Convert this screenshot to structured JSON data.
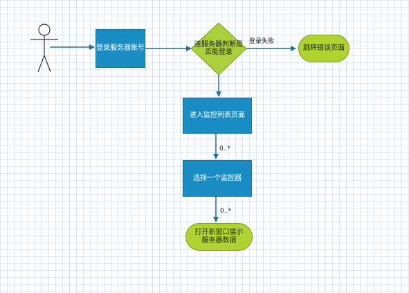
{
  "nodes": {
    "login_account": "登录服务器账号",
    "connect_decision": "连服务器判断是否能登录",
    "error_page": "跳转错误页面",
    "monitor_list": "进入监控列表页面",
    "select_monitor": "选择一个监控器",
    "open_window": "打开新窗口展示服务器数据"
  },
  "edges": {
    "login_fail": "登录失败",
    "mult_1": "0..*",
    "mult_2": "0..*"
  },
  "colors": {
    "process": "#1a8ec4",
    "terminal": "#b0d32f",
    "decision": "#a9cf3a",
    "arrow": "#1f6f9a"
  }
}
